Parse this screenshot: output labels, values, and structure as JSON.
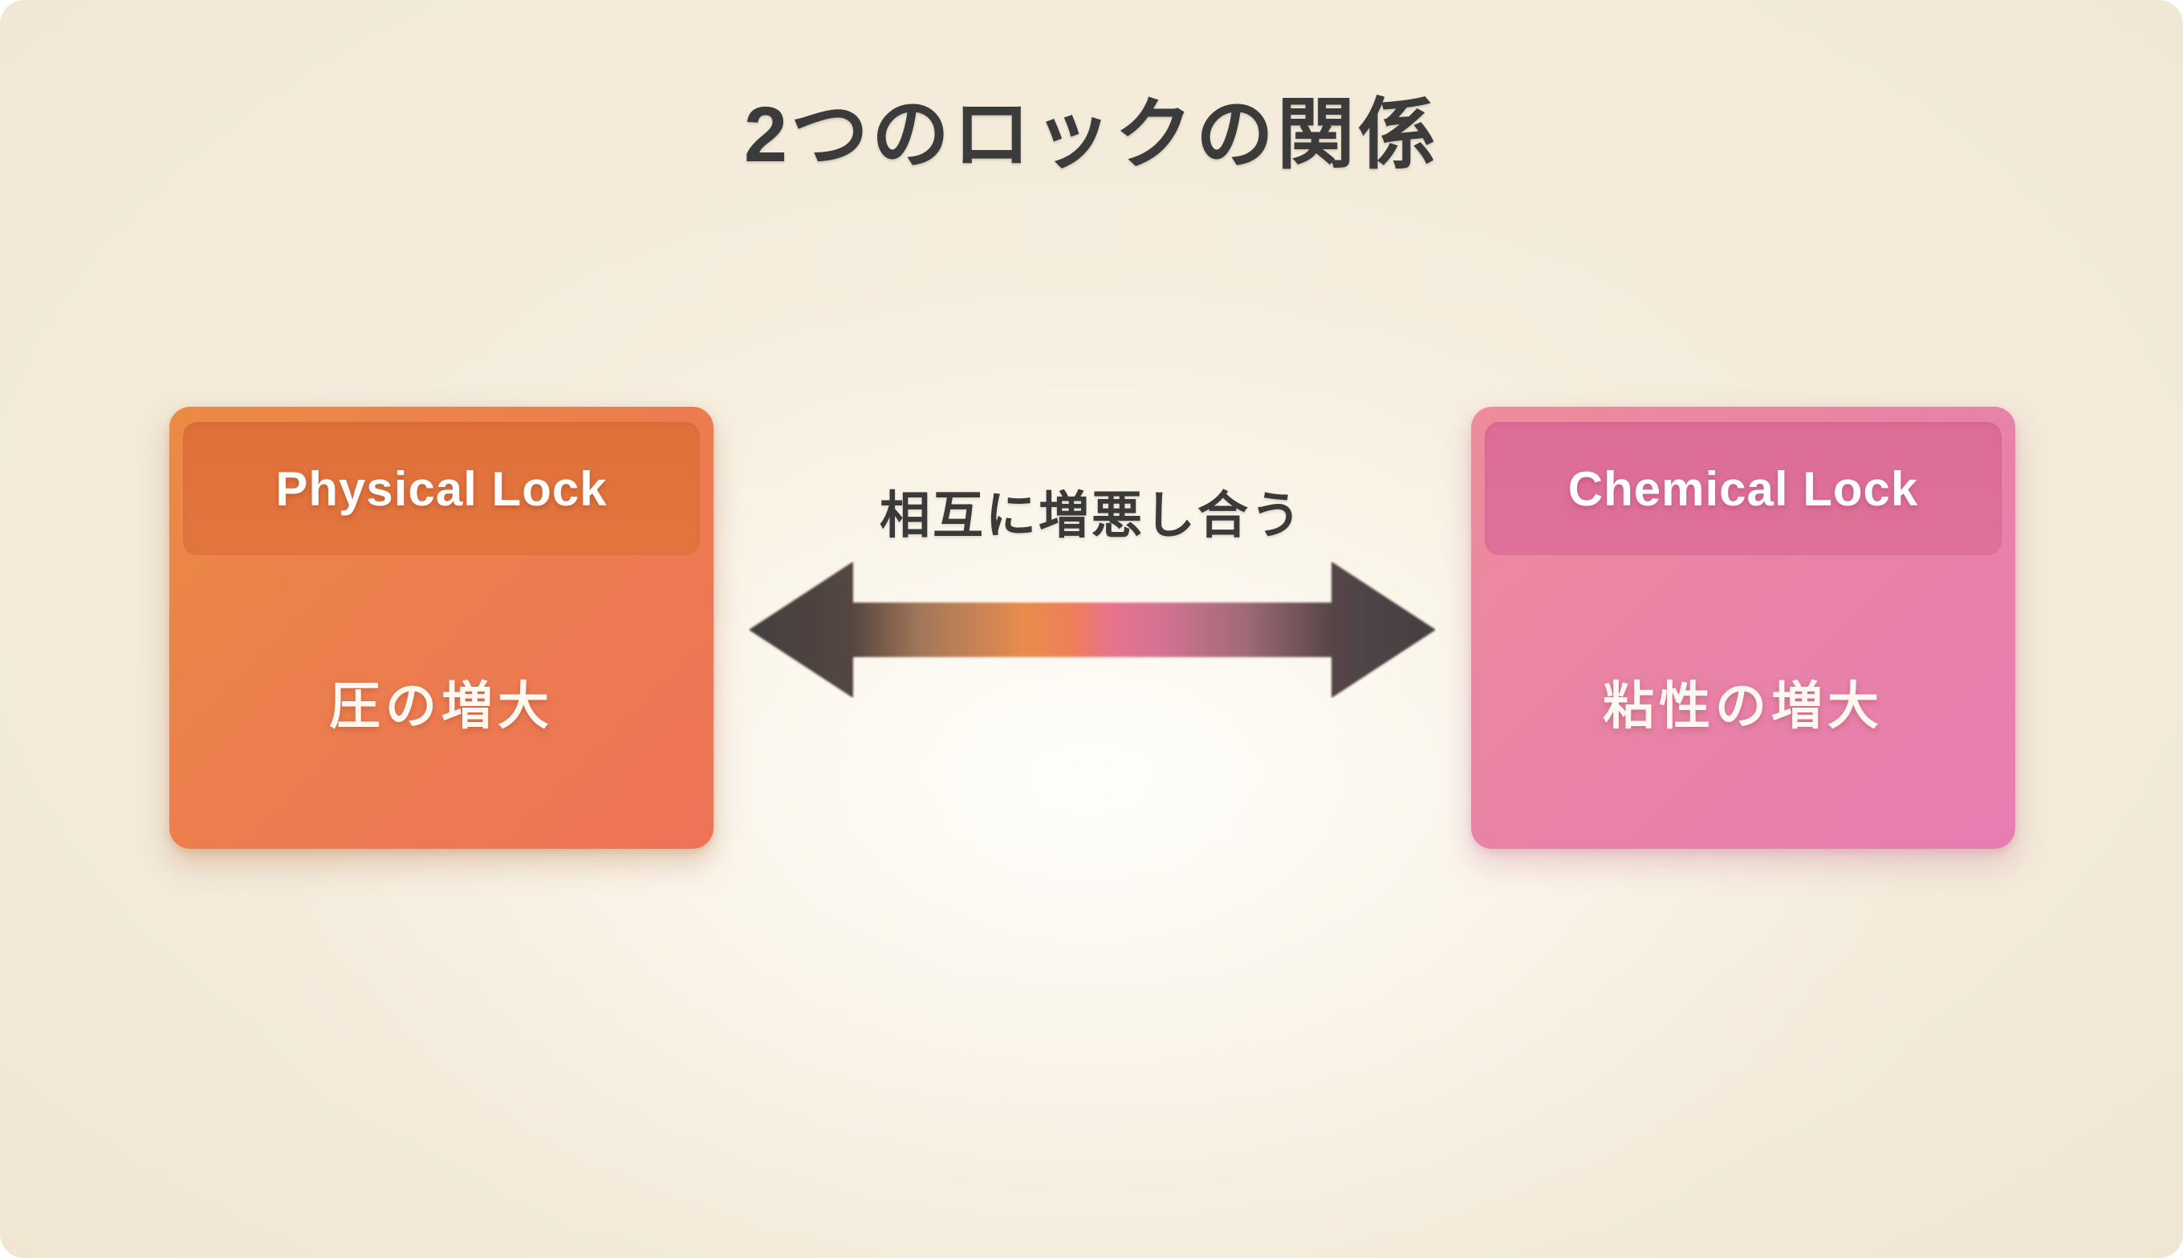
{
  "title": "2つのロックの関係",
  "relation": {
    "label": "相互に増悪し合う",
    "arrow_icon": "double-arrow-icon"
  },
  "cards": {
    "physical": {
      "title": "Physical Lock",
      "body": "圧の増大"
    },
    "chemical": {
      "title": "Chemical Lock",
      "body": "粘性の増大"
    }
  },
  "colors": {
    "slide_background": "#f2e9d7",
    "background_glow": "#fdfbf4",
    "title_text": "#3b3b3b",
    "physical_gradient_start": "#ec8a44",
    "physical_gradient_end": "#ee7358",
    "physical_header": "#e0703a",
    "chemical_gradient_start": "#ee8c9a",
    "chemical_gradient_end": "#e77db2",
    "chemical_header": "#dc6d96",
    "card_text": "#ffffff",
    "arrow_dark": "#434041",
    "arrow_orange": "#ec8a4c",
    "arrow_pink": "#e7738f"
  }
}
